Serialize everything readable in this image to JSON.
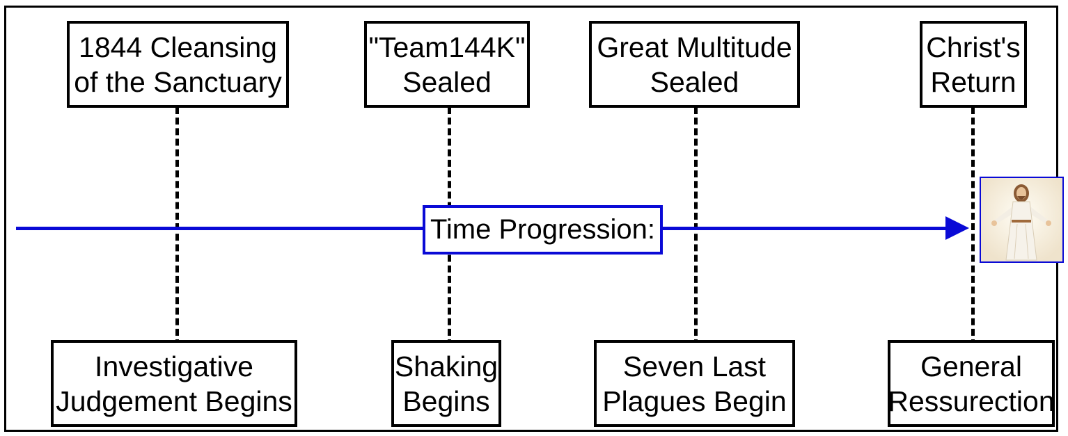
{
  "colors": {
    "timeline": "#0a0ad6",
    "box_border": "#000000",
    "background": "#ffffff"
  },
  "timeline": {
    "label": "Time Progression:",
    "arrow_icon": "arrow-right-icon"
  },
  "events": [
    {
      "top_lines": [
        "1844 Cleansing",
        "of the Sanctuary"
      ],
      "bottom_lines": [
        "Investigative",
        "Judgement Begins"
      ]
    },
    {
      "top_lines": [
        "\"Team144K\"",
        "Sealed"
      ],
      "bottom_lines": [
        "Shaking",
        "Begins"
      ]
    },
    {
      "top_lines": [
        "Great Multitude",
        "Sealed"
      ],
      "bottom_lines": [
        "Seven Last",
        "Plagues Begin"
      ]
    },
    {
      "top_lines": [
        "Christ's",
        "Return"
      ],
      "bottom_lines": [
        "General",
        "Ressurection"
      ]
    }
  ],
  "figure_image": {
    "icon": "christ-figure-icon"
  }
}
